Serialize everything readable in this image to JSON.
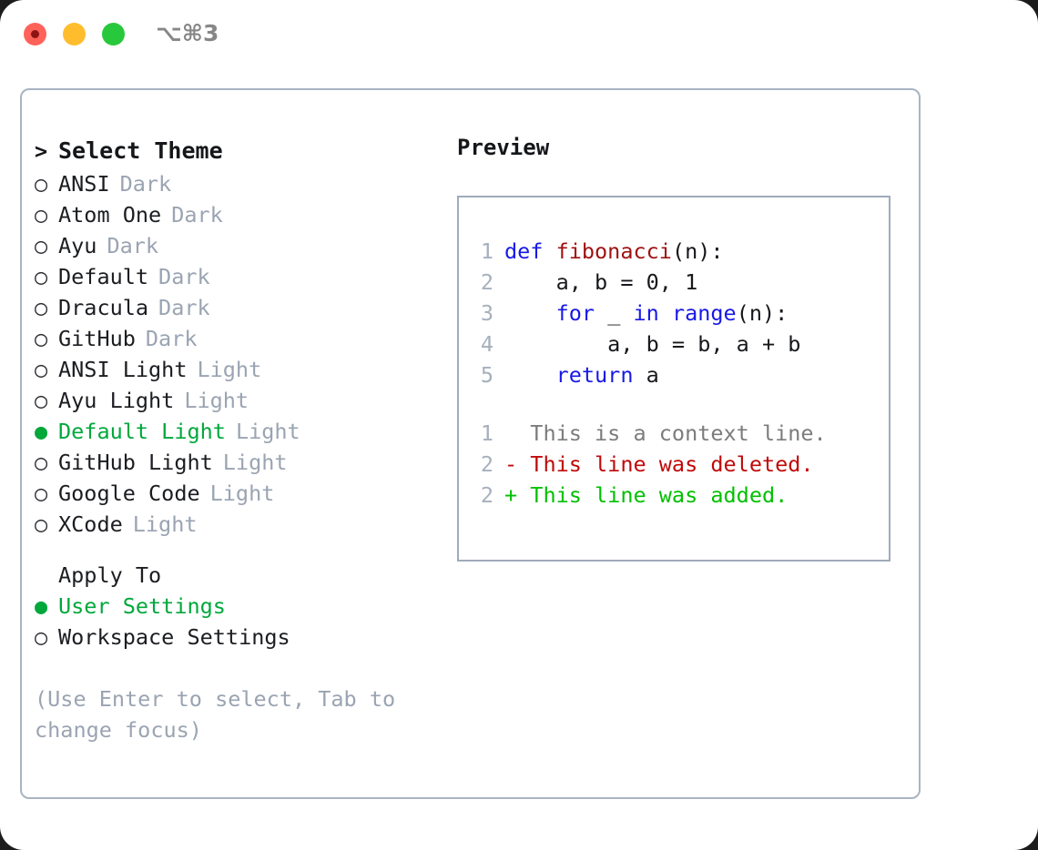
{
  "titlebar": {
    "shortcut": "⌥⌘3",
    "lights": [
      {
        "name": "close",
        "color": "#ff6259"
      },
      {
        "name": "minimize",
        "color": "#ffbd2e"
      },
      {
        "name": "maximize",
        "color": "#28c83c"
      }
    ]
  },
  "theme_list": {
    "prompt": ">",
    "title": "Select Theme",
    "radio_on": "●",
    "radio_off": "○",
    "items": [
      {
        "label": "ANSI",
        "category": "Dark",
        "selected": false
      },
      {
        "label": "Atom One",
        "category": "Dark",
        "selected": false
      },
      {
        "label": "Ayu",
        "category": "Dark",
        "selected": false
      },
      {
        "label": "Default",
        "category": "Dark",
        "selected": false
      },
      {
        "label": "Dracula",
        "category": "Dark",
        "selected": false
      },
      {
        "label": "GitHub",
        "category": "Dark",
        "selected": false
      },
      {
        "label": "ANSI Light",
        "category": "Light",
        "selected": false
      },
      {
        "label": "Ayu Light",
        "category": "Light",
        "selected": false
      },
      {
        "label": "Default Light",
        "category": "Light",
        "selected": true
      },
      {
        "label": "GitHub Light",
        "category": "Light",
        "selected": false
      },
      {
        "label": "Google Code",
        "category": "Light",
        "selected": false
      },
      {
        "label": "XCode",
        "category": "Light",
        "selected": false
      }
    ]
  },
  "apply_to": {
    "heading": "Apply To",
    "items": [
      {
        "label": "User Settings",
        "selected": true
      },
      {
        "label": "Workspace Settings",
        "selected": false
      }
    ]
  },
  "hint": "(Use Enter to select, Tab to\nchange focus)",
  "preview": {
    "title": "Preview",
    "code_lines": [
      {
        "num": "1",
        "tokens": [
          {
            "t": "def ",
            "c": "kw"
          },
          {
            "t": "fibonacci",
            "c": "fn"
          },
          {
            "t": "(n):",
            "c": "txt"
          }
        ]
      },
      {
        "num": "2",
        "tokens": [
          {
            "t": "    a, b = 0, 1",
            "c": "txt"
          }
        ]
      },
      {
        "num": "3",
        "tokens": [
          {
            "t": "    ",
            "c": "txt"
          },
          {
            "t": "for",
            "c": "kw"
          },
          {
            "t": " _ ",
            "c": "txt"
          },
          {
            "t": "in",
            "c": "kw"
          },
          {
            "t": " ",
            "c": "txt"
          },
          {
            "t": "range",
            "c": "kw"
          },
          {
            "t": "(n):",
            "c": "txt"
          }
        ]
      },
      {
        "num": "4",
        "tokens": [
          {
            "t": "        a, b = b, a + b",
            "c": "txt"
          }
        ]
      },
      {
        "num": "5",
        "tokens": [
          {
            "t": "    ",
            "c": "txt"
          },
          {
            "t": "return",
            "c": "kw"
          },
          {
            "t": " a",
            "c": "txt"
          }
        ]
      }
    ],
    "diff_lines": [
      {
        "num": "1",
        "marker": "  ",
        "text": "This is a context line.",
        "kind": "ctx"
      },
      {
        "num": "2",
        "marker": "- ",
        "text": "This line was deleted.",
        "kind": "del"
      },
      {
        "num": "2",
        "marker": "+ ",
        "text": "This line was added.",
        "kind": "add"
      }
    ]
  },
  "colors": {
    "selected_green": "#00a83c",
    "muted_gray": "#9aa4b2",
    "border": "#a9b4c2",
    "keyword_blue": "#1818e8",
    "function_red": "#9e1212",
    "diff_deleted": "#c00909",
    "diff_added": "#00c000"
  }
}
